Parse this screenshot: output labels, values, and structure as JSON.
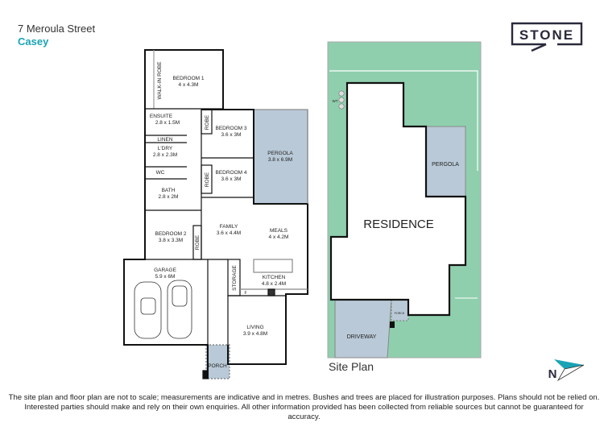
{
  "header": {
    "address": "7 Meroula Street",
    "suburb": "Casey"
  },
  "logo": {
    "text": "STONE"
  },
  "colors": {
    "accent": "#1aa3b5",
    "outdoor": "#b9c9d7",
    "lawn": "#8fcfae",
    "wall": "#111111"
  },
  "floor_plan": {
    "rooms": [
      {
        "name": "BEDROOM 1",
        "size": "4 x 4.3M"
      },
      {
        "name": "WALK-IN ROBE",
        "size": ""
      },
      {
        "name": "ENSUITE",
        "size": "2.8 x 1.5M"
      },
      {
        "name": "LINEN",
        "size": ""
      },
      {
        "name": "L'DRY",
        "size": "2.8 x 2.3M"
      },
      {
        "name": "WC",
        "size": ""
      },
      {
        "name": "BATH",
        "size": "2.8 x 2M"
      },
      {
        "name": "BEDROOM 3",
        "size": "3.6 x 3M"
      },
      {
        "name": "BEDROOM 4",
        "size": "3.6 x 3M"
      },
      {
        "name": "PERGOLA",
        "size": "3.8 x 6.9M"
      },
      {
        "name": "BEDROOM 2",
        "size": "3.8 x 3.3M"
      },
      {
        "name": "FAMILY",
        "size": "3.6 x 4.4M"
      },
      {
        "name": "MEALS",
        "size": "4 x 4.2M"
      },
      {
        "name": "KITCHEN",
        "size": "4.8 x 2.4M"
      },
      {
        "name": "GARAGE",
        "size": "5.9 x 6M"
      },
      {
        "name": "STORAGE",
        "size": ""
      },
      {
        "name": "LIVING",
        "size": "3.9 x 4.8M"
      },
      {
        "name": "PORCH",
        "size": ""
      }
    ],
    "robe_label": "ROBE",
    "fridge_label": "F"
  },
  "site_plan": {
    "title": "Site Plan",
    "residence": "RESIDENCE",
    "pergola": "PERGOLA",
    "driveway": "DRIVEWAY",
    "porch": "PORCH",
    "water_tank": "WT"
  },
  "compass": {
    "label": "N"
  },
  "disclaimer": "The site plan and floor plan are not to scale; measurements are indicative and in metres. Bushes and trees are placed for illustration purposes. Plans should not be relied on. Interested parties should make and rely on their own enquiries. All other information provided has been collected from reliable sources but cannot be guaranteed for accuracy."
}
